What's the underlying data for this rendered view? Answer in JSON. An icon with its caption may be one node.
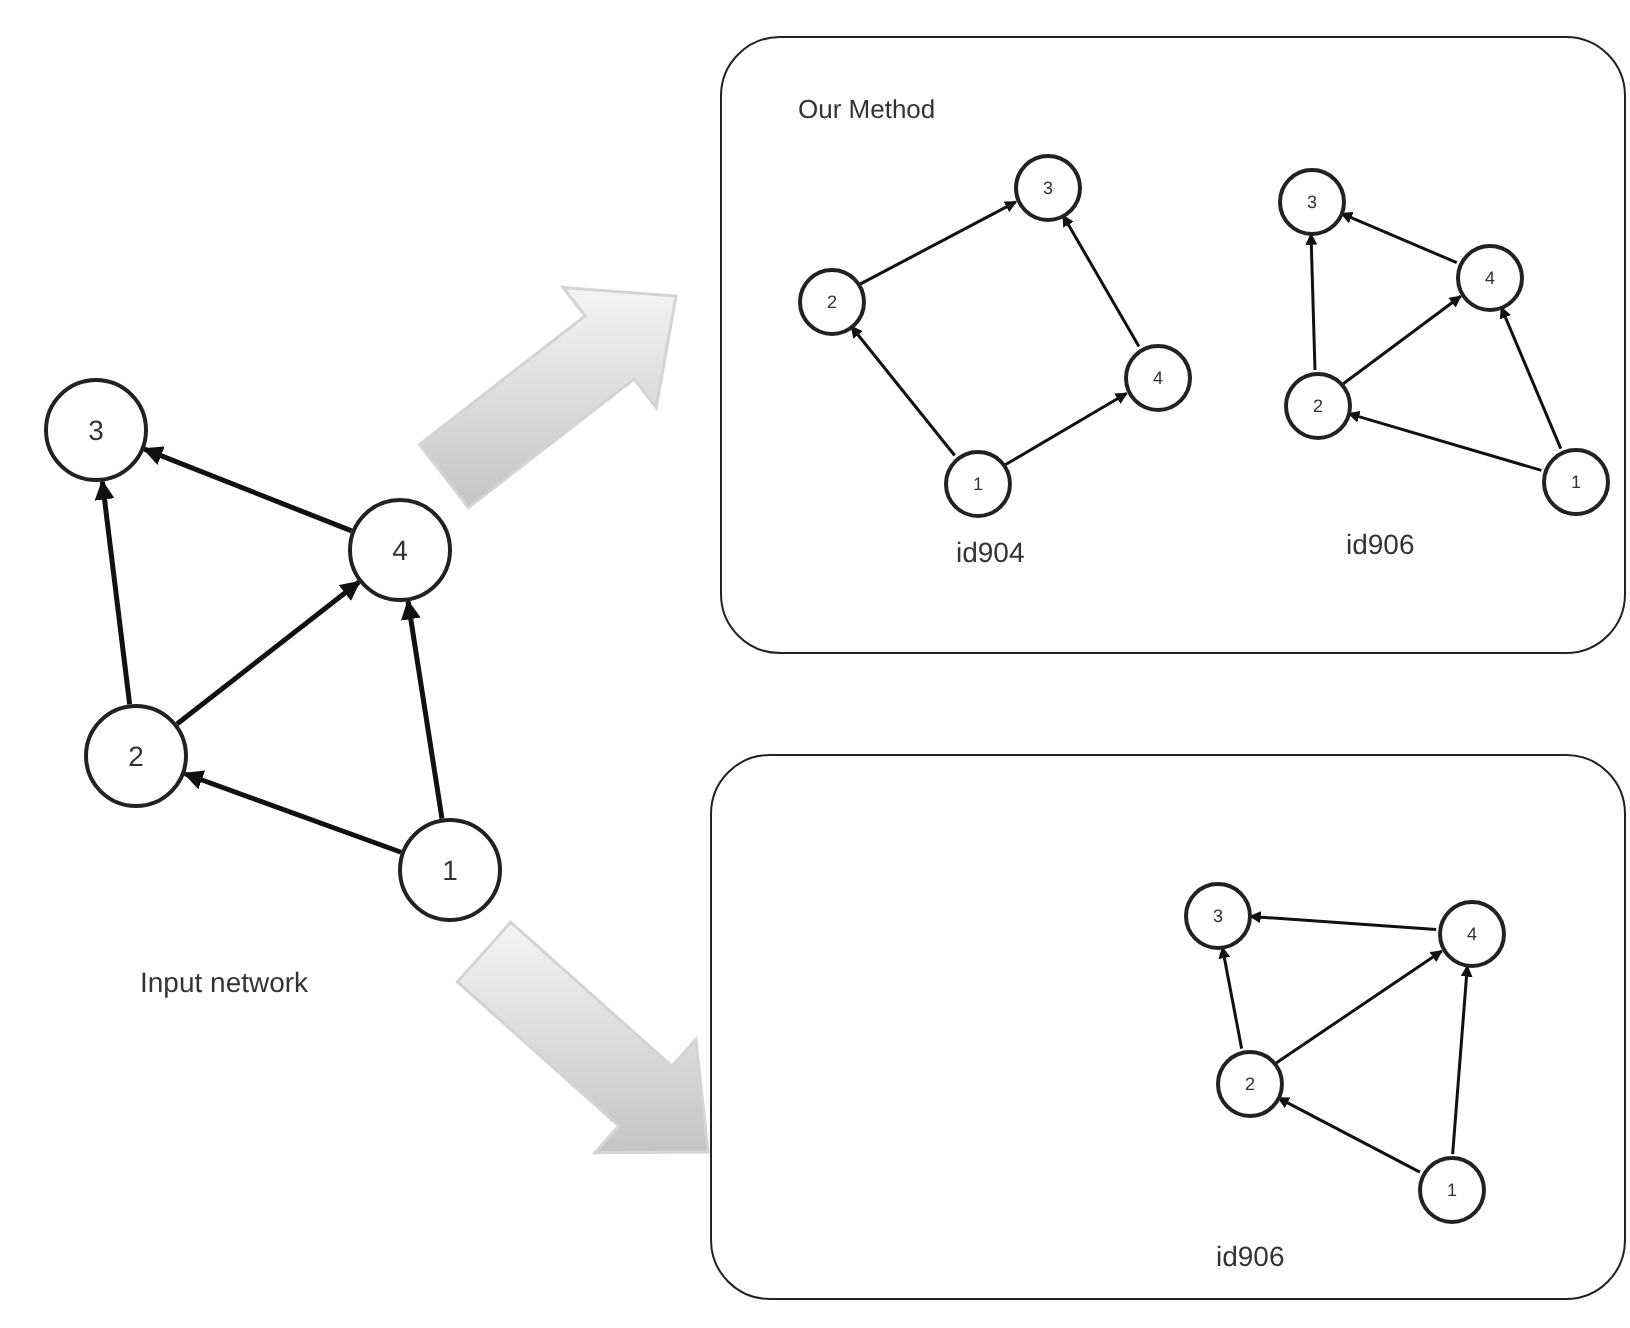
{
  "diagram": {
    "nodes": [
      {
        "text": [
          "3"
        ]
      },
      {
        "text": [
          "4"
        ]
      },
      {
        "text": [
          "2"
        ]
      },
      {
        "text": [
          "1"
        ]
      },
      {
        "text": [
          "Our Method"
        ]
      },
      {
        "text": [
          "3"
        ],
        "in": 4
      },
      {
        "text": [
          "2"
        ],
        "in": 4
      },
      {
        "text": [
          "4"
        ],
        "in": 4
      },
      {
        "text": [
          "1"
        ],
        "in": 4
      },
      {
        "text": [
          "3"
        ],
        "in": 4
      },
      {
        "text": [
          "4"
        ],
        "in": 4
      },
      {
        "text": [
          "2"
        ],
        "in": 4
      },
      {
        "text": [
          "1"
        ],
        "in": 4
      },
      {
        "text": [],
        "shape": "box"
      },
      {
        "text": [
          "3"
        ],
        "in": 13
      },
      {
        "text": [
          "4"
        ],
        "in": 13
      },
      {
        "text": [
          "2"
        ],
        "in": 13
      },
      {
        "text": [
          "1"
        ],
        "in": 13
      }
    ],
    "edges": [
      {
        "from": 1,
        "to": 0,
        "arrow": "to"
      },
      {
        "from": 2,
        "to": 0,
        "arrow": "to"
      },
      {
        "from": 2,
        "to": 1,
        "arrow": "to"
      },
      {
        "from": 3,
        "to": 2,
        "arrow": "to"
      },
      {
        "from": 3,
        "to": 1,
        "arrow": "to"
      },
      {
        "from": 6,
        "to": 5,
        "arrow": "to"
      },
      {
        "from": 7,
        "to": 5,
        "arrow": "to"
      },
      {
        "from": 8,
        "to": 6,
        "arrow": "to"
      },
      {
        "from": 8,
        "to": 7,
        "arrow": "to"
      },
      {
        "from": 10,
        "to": 9,
        "arrow": "to"
      },
      {
        "from": 11,
        "to": 9,
        "arrow": "to"
      },
      {
        "from": 11,
        "to": 10,
        "arrow": "to"
      },
      {
        "from": 12,
        "to": 11,
        "arrow": "to"
      },
      {
        "from": 12,
        "to": 10,
        "arrow": "to"
      },
      {
        "from": 15,
        "to": 14,
        "arrow": "to"
      },
      {
        "from": 16,
        "to": 14,
        "arrow": "to"
      },
      {
        "from": 16,
        "to": 15,
        "arrow": "to"
      },
      {
        "from": 17,
        "to": 16,
        "arrow": "to"
      },
      {
        "from": 17,
        "to": 15,
        "arrow": "to"
      },
      {
        "from": null,
        "to": 4,
        "arrow": "to",
        "style": "thick",
        "color": "#d4d4d4"
      },
      {
        "from": null,
        "to": 13,
        "arrow": "to",
        "style": "thick",
        "color": "#d4d4d4"
      }
    ],
    "labels": [
      "Input network",
      "id904",
      "id906",
      "id906"
    ]
  }
}
